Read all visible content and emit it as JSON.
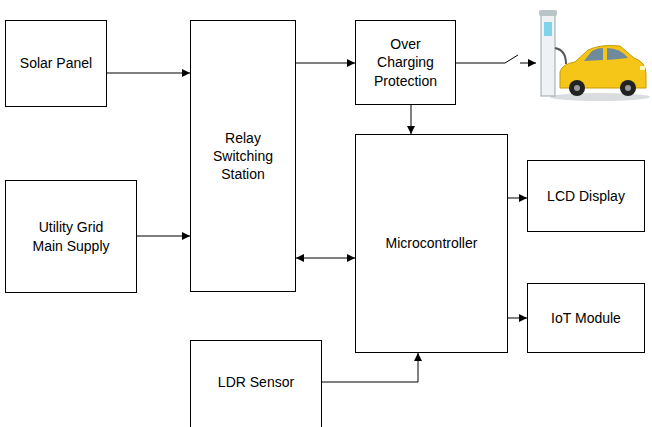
{
  "diagram": {
    "nodes": [
      {
        "text": [
          "Solar Panel"
        ]
      },
      {
        "text": [
          "Relay Switching Station"
        ]
      },
      {
        "text": [
          "Over Charging Protection"
        ]
      },
      {
        "text": [
          "Utility Grid Main Supply"
        ]
      },
      {
        "text": [
          "Microcontroller"
        ]
      },
      {
        "text": [
          "LCD Display"
        ]
      },
      {
        "text": [
          "IoT Module"
        ]
      },
      {
        "text": [
          "LDR Sensor"
        ]
      }
    ],
    "edges": [
      {
        "from": 0,
        "to": 1,
        "arrow": "to"
      },
      {
        "from": 3,
        "to": 1,
        "arrow": "to"
      },
      {
        "from": 1,
        "to": 2,
        "arrow": "to"
      },
      {
        "from": 2,
        "to": 4,
        "arrow": "to"
      },
      {
        "from": 1,
        "to": 4,
        "arrow": "both"
      },
      {
        "from": 4,
        "to": 5,
        "arrow": "to"
      },
      {
        "from": 4,
        "to": 6,
        "arrow": "to"
      },
      {
        "from": 7,
        "to": 4,
        "arrow": "to"
      }
    ]
  }
}
